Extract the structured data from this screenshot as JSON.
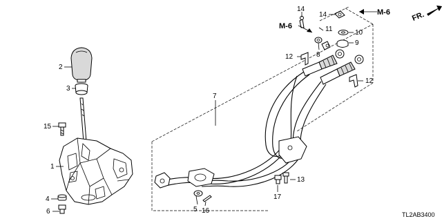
{
  "diagram": {
    "direction_label": "FR.",
    "ref_label": "M-6",
    "code": "TL2AB3400",
    "callouts": [
      "1",
      "2",
      "3",
      "4",
      "5",
      "6",
      "7",
      "8",
      "9",
      "10",
      "11",
      "12",
      "13",
      "14",
      "15",
      "16",
      "17"
    ]
  }
}
